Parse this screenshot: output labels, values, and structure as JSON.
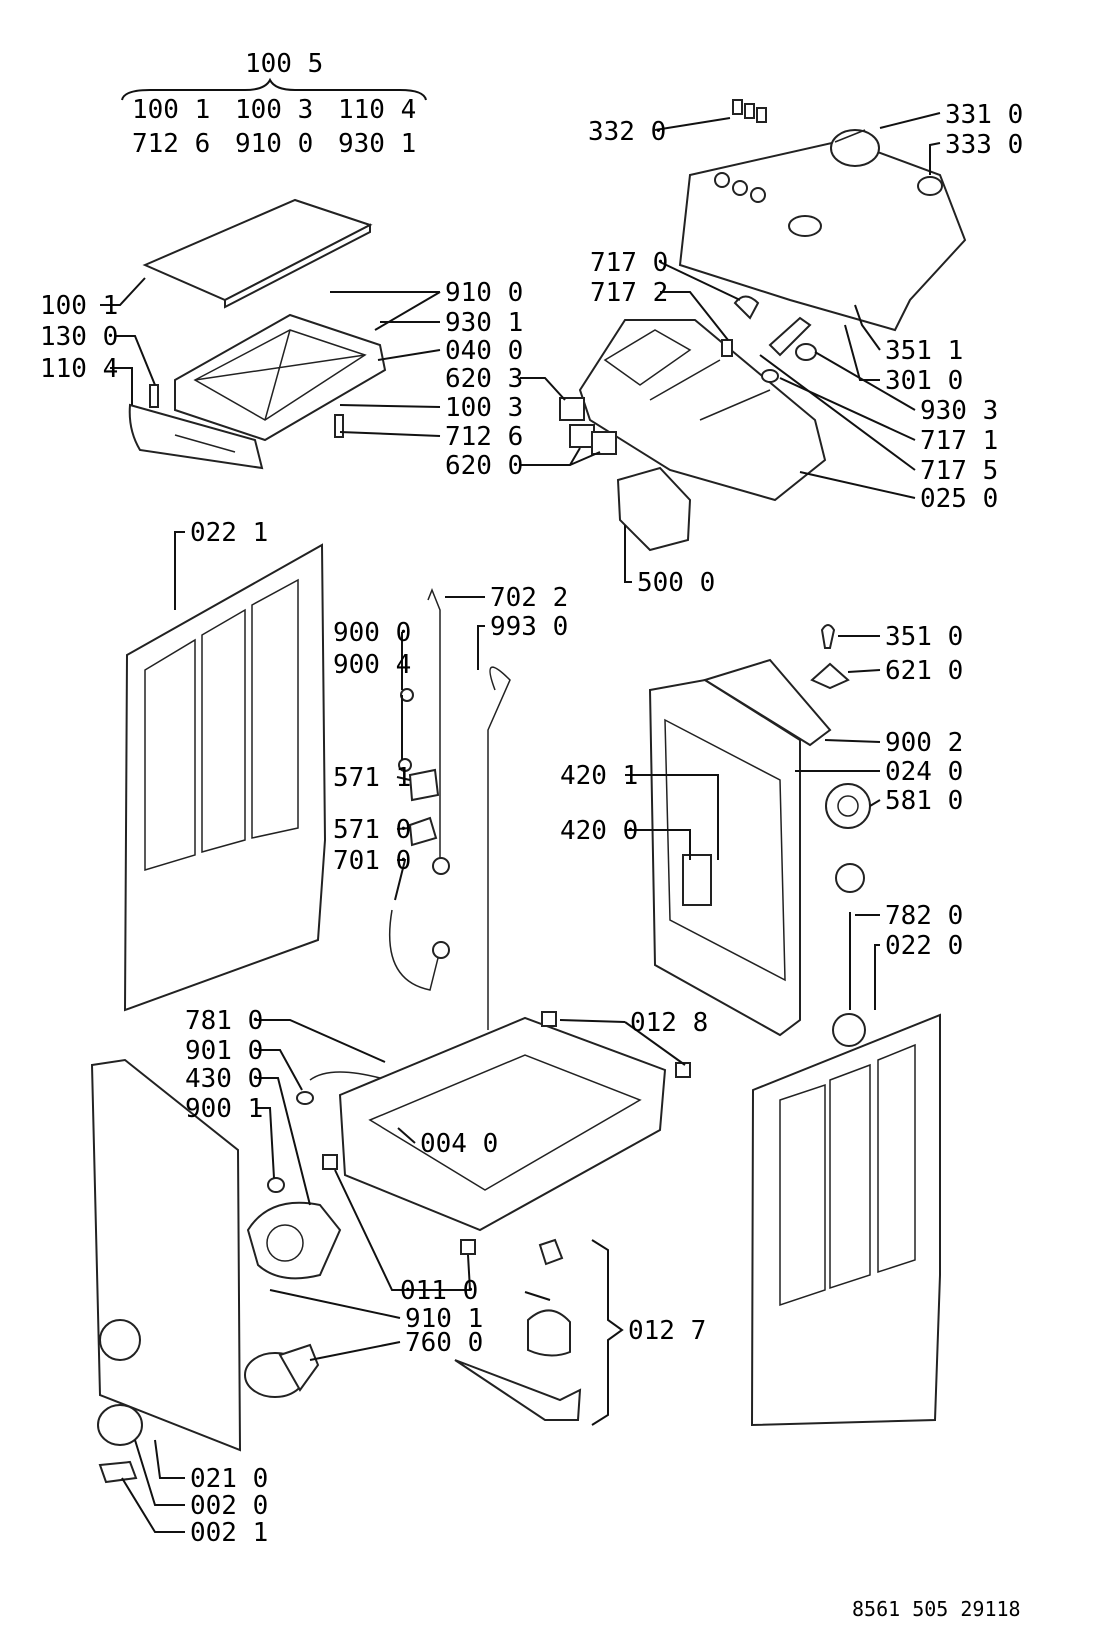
{
  "group_header": {
    "title": "100 5",
    "row1": [
      "100 1",
      "100 3",
      "110 4"
    ],
    "row2": [
      "712 6",
      "910 0",
      "930 1"
    ]
  },
  "labels": {
    "l_332_0": "332 0",
    "l_331_0": "331 0",
    "l_333_0": "333 0",
    "l_717_0": "717 0",
    "l_717_2": "717 2",
    "l_910_0_top": "910 0",
    "l_930_1": "930 1",
    "l_040_0": "040 0",
    "l_620_3": "620 3",
    "l_100_3": "100 3",
    "l_712_6": "712 6",
    "l_620_0": "620 0",
    "l_100_1": "100 1",
    "l_130_0": "130 0",
    "l_110_4": "110 4",
    "l_351_1": "351 1",
    "l_301_0": "301 0",
    "l_930_3": "930 3",
    "l_717_1": "717 1",
    "l_717_5": "717 5",
    "l_025_0": "025 0",
    "l_500_0": "500 0",
    "l_022_1": "022 1",
    "l_702_2": "702 2",
    "l_993_0": "993 0",
    "l_900_0": "900 0",
    "l_900_4": "900 4",
    "l_571_1": "571 1",
    "l_571_0": "571 0",
    "l_701_0": "701 0",
    "l_351_0": "351 0",
    "l_621_0": "621 0",
    "l_900_2": "900 2",
    "l_024_0": "024 0",
    "l_581_0": "581 0",
    "l_420_1": "420 1",
    "l_420_0": "420 0",
    "l_782_0": "782 0",
    "l_022_0": "022 0",
    "l_781_0": "781 0",
    "l_901_0": "901 0",
    "l_430_0": "430 0",
    "l_900_1": "900 1",
    "l_012_8": "012 8",
    "l_004_0": "004 0",
    "l_011_0": "011 0",
    "l_910_1": "910 1",
    "l_760_0": "760 0",
    "l_012_7": "012 7",
    "l_021_0": "021 0",
    "l_002_0": "002 0",
    "l_002_1": "002 1"
  },
  "footer": {
    "code": "8561 505 29118"
  }
}
